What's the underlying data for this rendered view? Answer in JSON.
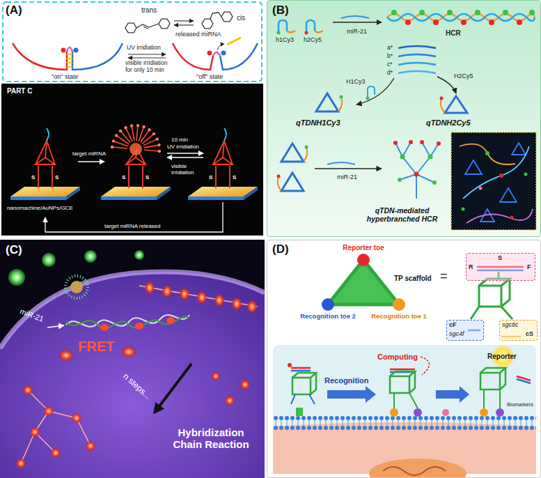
{
  "diagram": {
    "nodes": [
      {
        "text": [
          "(A)"
        ]
      },
      {
        "text": [
          "PART C"
        ],
        "in": 0
      },
      {
        "text": [
          "(B)"
        ]
      },
      {
        "text": [
          "(C)"
        ]
      },
      {
        "text": [
          "(D)"
        ]
      },
      {
        "text": [
          "Reporter toe"
        ],
        "in": 4
      },
      {
        "text": [
          "Recognition toe 2"
        ],
        "in": 4
      },
      {
        "text": [
          "Recognition toe 1"
        ],
        "in": 4
      },
      {
        "text": [
          "S",
          "R",
          "F"
        ],
        "in": 4
      },
      {
        "text": [
          "cF",
          "sgc4f"
        ],
        "in": 4
      },
      {
        "text": [
          "sgc8c",
          "cS"
        ],
        "in": 4
      }
    ],
    "edges": [
      {
        "from": 5,
        "to": 6,
        "arrow": "none"
      },
      {
        "from": 6,
        "to": 7,
        "arrow": "none"
      },
      {
        "from": 7,
        "to": 5,
        "arrow": "none"
      }
    ],
    "labels": [
      "trans",
      "cis",
      "released miRNA",
      "UV irridiation",
      "visible irridiation for only 10 min",
      "\"on\" state",
      "\"off\" state",
      "target miRNA",
      "S",
      "S",
      "10 min",
      "UV irridiation",
      "visible irridiation",
      "S",
      "S",
      "S",
      "S",
      "nanomachine/AuNPs/GCE",
      "target miRNA released",
      "h1Cy3",
      "h2Cy5",
      "miR-21",
      "HCR",
      "a*",
      "b*",
      "c*",
      "d*",
      "H1Cy3",
      "H2Cy5",
      "qTDNH1Cy3",
      "qTDNH2Cy5",
      "miR-21",
      "qTDN-mediated hyperbranched HCR",
      "miR-21",
      "FRET",
      "n steps...",
      "Hybridization Chain Reaction",
      "TP scaffold",
      "=",
      "Recognition",
      "Computing",
      "Reporter",
      "Biomarkers"
    ]
  }
}
